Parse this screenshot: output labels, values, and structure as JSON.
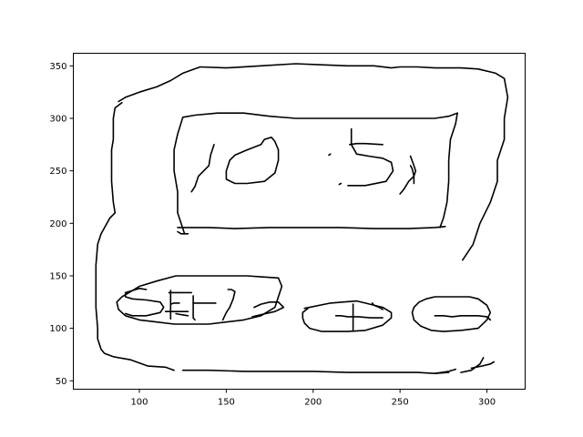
{
  "chart_data": {
    "type": "line",
    "title": "",
    "xlabel": "",
    "ylabel": "",
    "xlim": [
      62,
      322
    ],
    "ylim": [
      42,
      362
    ],
    "xticks": [
      "100",
      "150",
      "200",
      "250",
      "300"
    ],
    "yticks": [
      "50",
      "100",
      "150",
      "200",
      "250",
      "300",
      "350"
    ],
    "grid": false,
    "legend": "none",
    "colors": {
      "stroke": "#000000",
      "frame": "#000000",
      "background": "#ffffff"
    },
    "series": [
      {
        "x": [
          88,
          92,
          100,
          110,
          118,
          125,
          135,
          150,
          170,
          190,
          205,
          220,
          235,
          245,
          250,
          260,
          270,
          285,
          295,
          305,
          310,
          312,
          310,
          310,
          306,
          306,
          302,
          296,
          292,
          286
        ],
        "y": [
          316,
          320,
          325,
          330,
          336,
          343,
          349,
          348,
          350,
          352,
          351,
          350,
          350,
          348,
          349,
          349,
          348,
          348,
          347,
          343,
          338,
          320,
          300,
          280,
          260,
          240,
          220,
          200,
          180,
          165
        ]
      },
      {
        "x": [
          90,
          86,
          85,
          85,
          85,
          84,
          84,
          84,
          84,
          85,
          86
        ],
        "y": [
          315,
          310,
          300,
          290,
          280,
          270,
          260,
          250,
          240,
          220,
          210
        ]
      },
      {
        "x": [
          86,
          83,
          78,
          76,
          75,
          75,
          75,
          76,
          76,
          78,
          80,
          85,
          95,
          105,
          115,
          120
        ],
        "y": [
          210,
          205,
          190,
          180,
          160,
          140,
          120,
          100,
          90,
          80,
          76,
          73,
          70,
          64,
          63,
          60
        ]
      },
      {
        "x": [
          125,
          140,
          160,
          180,
          200,
          220,
          240,
          260,
          270,
          278
        ],
        "y": [
          60,
          60,
          59,
          59,
          59,
          58,
          58,
          58,
          57,
          58
        ]
      },
      {
        "x": [
          270,
          274,
          278,
          282
        ],
        "y": [
          57,
          58,
          59,
          61
        ]
      },
      {
        "x": [
          291,
          297,
          302,
          304
        ],
        "y": [
          62,
          64,
          66,
          68
        ]
      },
      {
        "x": [
          285,
          291,
          296,
          298
        ],
        "y": [
          58,
          60,
          66,
          72
        ]
      },
      {
        "x": [
          125,
          132,
          145,
          160,
          175,
          190,
          205,
          220,
          235,
          250,
          260,
          270,
          278,
          283
        ],
        "y": [
          301,
          303,
          305,
          305,
          302,
          300,
          300,
          300,
          300,
          300,
          300,
          300,
          302,
          305
        ]
      },
      {
        "x": [
          283,
          282,
          279,
          278,
          278,
          277,
          275,
          273
        ],
        "y": [
          305,
          295,
          280,
          260,
          240,
          220,
          205,
          196
        ]
      },
      {
        "x": [
          125,
          122,
          120,
          120,
          122,
          122,
          126
        ],
        "y": [
          301,
          285,
          270,
          250,
          230,
          210,
          190
        ]
      },
      {
        "x": [
          122,
          128,
          140,
          155,
          175,
          195,
          215,
          235,
          255,
          270,
          276
        ],
        "y": [
          196,
          196,
          196,
          195,
          196,
          196,
          196,
          195,
          195,
          196,
          197
        ]
      },
      {
        "x": [
          122,
          124,
          128
        ],
        "y": [
          192,
          190,
          190
        ]
      },
      {
        "x": [
          130,
          132,
          134,
          137,
          140,
          141,
          142,
          143
        ],
        "y": [
          230,
          235,
          245,
          250,
          255,
          265,
          270,
          275
        ]
      },
      {
        "x": [
          172,
          176,
          178,
          180,
          180,
          178,
          172,
          162,
          155,
          150,
          150,
          152,
          155,
          162,
          170,
          172
        ],
        "y": [
          280,
          282,
          278,
          270,
          260,
          248,
          240,
          238,
          238,
          242,
          250,
          260,
          265,
          270,
          275,
          280
        ]
      },
      {
        "x": [
          209,
          210
        ],
        "y": [
          265,
          266
        ]
      },
      {
        "x": [
          215,
          216
        ],
        "y": [
          237,
          238
        ]
      },
      {
        "x": [
          222,
          222,
          225,
          232,
          240,
          245,
          246,
          242,
          230,
          220
        ],
        "y": [
          290,
          275,
          266,
          264,
          262,
          258,
          250,
          240,
          236,
          236
        ]
      },
      {
        "x": [
          221,
          225,
          230,
          240
        ],
        "y": [
          275,
          276,
          276,
          275
        ]
      },
      {
        "x": [
          256,
          257,
          258,
          258
        ],
        "y": [
          255,
          252,
          245,
          238
        ]
      },
      {
        "x": [
          256,
          258,
          259,
          258,
          255,
          252,
          250
        ],
        "y": [
          264,
          255,
          250,
          245,
          240,
          232,
          228
        ]
      },
      {
        "x": [
          121,
          140,
          150,
          162,
          170,
          180,
          182,
          180,
          178,
          170,
          160,
          150,
          140,
          130,
          120,
          110,
          100,
          92,
          88,
          87,
          90,
          95,
          100,
          110,
          121
        ],
        "y": [
          150,
          150,
          150,
          150,
          149,
          148,
          140,
          130,
          120,
          112,
          108,
          106,
          104,
          104,
          104,
          106,
          108,
          112,
          118,
          125,
          130,
          135,
          140,
          145,
          150
        ]
      },
      {
        "x": [
          104,
          100,
          96,
          92,
          92,
          96,
          104,
          112,
          114,
          112,
          104,
          96,
          92
        ],
        "y": [
          137,
          138,
          136,
          134,
          130,
          128,
          127,
          125,
          120,
          115,
          112,
          112,
          114
        ]
      },
      {
        "x": [
          117,
          121,
          123,
          127,
          130
        ],
        "y": [
          134,
          134,
          134,
          134,
          134
        ]
      },
      {
        "x": [
          118,
          118,
          118,
          118
        ],
        "y": [
          136,
          126,
          117,
          109
        ]
      },
      {
        "x": [
          118,
          120,
          121,
          123
        ],
        "y": [
          123,
          124,
          124,
          124
        ]
      },
      {
        "x": [
          115,
          118,
          123,
          128
        ],
        "y": [
          116,
          116,
          116,
          116
        ]
      },
      {
        "x": [
          131,
          134,
          140,
          144
        ],
        "y": [
          124,
          124,
          124,
          124
        ]
      },
      {
        "x": [
          131,
          131,
          131,
          131,
          132
        ],
        "y": [
          131,
          124,
          117,
          110,
          108
        ]
      },
      {
        "x": [
          151,
          153,
          155,
          154,
          152,
          150,
          148
        ],
        "y": [
          137,
          137,
          135,
          128,
          120,
          115,
          108
        ]
      },
      {
        "x": [
          121,
          124,
          128
        ],
        "y": [
          114,
          113,
          112
        ]
      },
      {
        "x": [
          166,
          170,
          175,
          180,
          183,
          178,
          170,
          165
        ],
        "y": [
          120,
          123,
          125,
          125,
          120,
          116,
          113,
          111
        ]
      },
      {
        "x": [
          195,
          210,
          225,
          230,
          240,
          245,
          245,
          240,
          230,
          220,
          205,
          198,
          195,
          194,
          194,
          197
        ],
        "y": [
          119,
          124,
          126,
          124,
          120,
          115,
          110,
          103,
          98,
          97,
          97,
          100,
          105,
          110,
          115,
          119
        ]
      },
      {
        "x": [
          213,
          216,
          220,
          222,
          226,
          233,
          240
        ],
        "y": [
          112,
          112,
          111,
          111,
          111,
          110,
          110
        ]
      },
      {
        "x": [
          223,
          223,
          223,
          223,
          223
        ],
        "y": [
          123,
          115,
          108,
          103,
          98
        ]
      },
      {
        "x": [
          234,
          235,
          238,
          240
        ],
        "y": [
          124,
          122,
          120,
          118
        ]
      },
      {
        "x": [
          261,
          265,
          270,
          278,
          285,
          290,
          295,
          300,
          302,
          300,
          295,
          285,
          275,
          268,
          262,
          258,
          257,
          258,
          261
        ],
        "y": [
          125,
          128,
          130,
          130,
          130,
          130,
          128,
          122,
          115,
          108,
          100,
          98,
          97,
          98,
          102,
          108,
          115,
          120,
          125
        ]
      },
      {
        "x": [
          270,
          275,
          280,
          285,
          290,
          295,
          300,
          302
        ],
        "y": [
          112,
          112,
          111,
          112,
          112,
          112,
          111,
          108
        ]
      }
    ]
  }
}
